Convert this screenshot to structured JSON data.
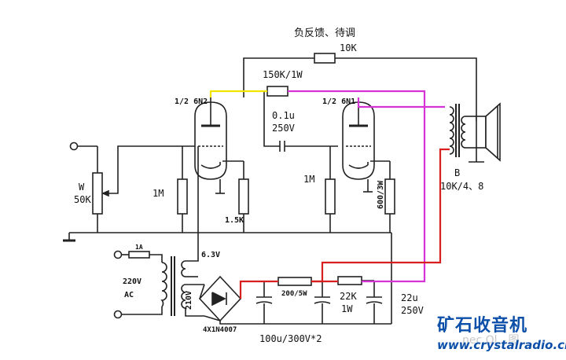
{
  "title": "负反馈、待调",
  "labels": {
    "r_feedback": "10K",
    "r_plate_couple": "150K/1W",
    "v1": "1/2 6N2",
    "v2": "1/2 6N1",
    "cap_couple_val": "0.1u",
    "cap_couple_volt": "250V",
    "input_pot_name": "W",
    "input_pot_val": "50K",
    "r_grid1": "1M",
    "r_grid2": "1M",
    "r_cathode1": "1.5K",
    "r_cathode2": "600/3W",
    "opt_name": "B",
    "opt_ratio": "10K/4、8",
    "heater_v": "6.3V",
    "fuse": "1A",
    "mains_v": "220V",
    "mains_ac": "AC",
    "ht_v": "210V",
    "r_filter": "200/5W",
    "r_dropper_val": "22K",
    "r_dropper_w": "1W",
    "cap_last_val": "22u",
    "cap_last_volt": "250V",
    "diodes": "4X1N4007",
    "filter_caps": "100u/300V*2"
  },
  "logo": {
    "name_cn": "矿石收音机",
    "url": "www.crystalradio.cn"
  },
  "watermark": "nec.Ol…图",
  "colors": {
    "wire": "#222222",
    "yellow_trace": "#f2e600",
    "magenta_trace": "#d633d6",
    "red_trace": "#d81f1f",
    "logo_blue": "#0b4fa8"
  }
}
